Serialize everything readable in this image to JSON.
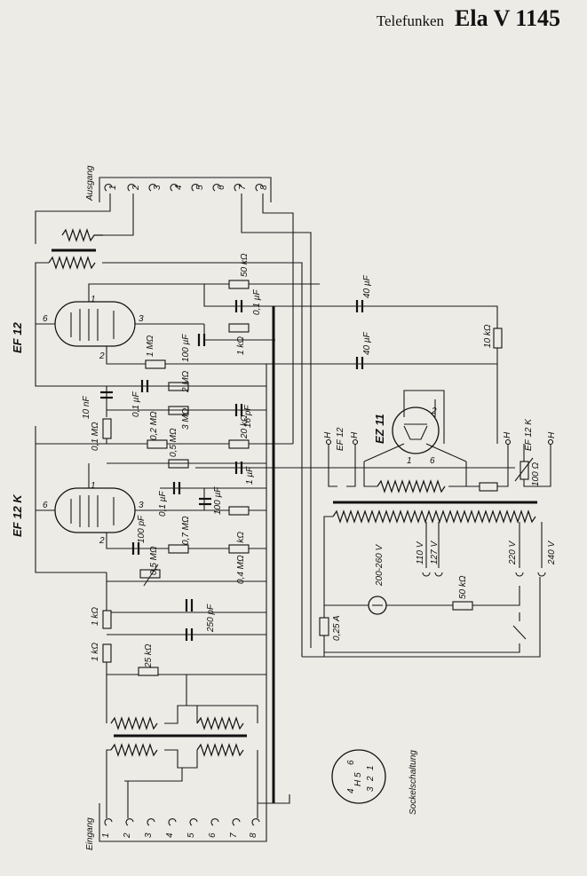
{
  "header": {
    "brand": "Telefunken",
    "model": "Ela V 1145"
  },
  "tubes": {
    "tube1": "EF 12",
    "tube2": "EF 12 K",
    "rectifier": "EZ 11"
  },
  "connectors": {
    "output_label": "Ausgang",
    "input_label": "Eingang",
    "pins": [
      "1",
      "2",
      "3",
      "4",
      "5",
      "6",
      "7",
      "8"
    ]
  },
  "components": {
    "r_50k": "50 kΩ",
    "c_40uf_a": "40 µF",
    "c_01uf_a": "0,1 µF",
    "r_1meg": "1 MΩ",
    "c_100uf": "100 µF",
    "r_1k_a": "1 kΩ",
    "c_40uf_b": "40 µF",
    "r_10k": "10 kΩ",
    "c_10nf": "10 nF",
    "c_01uf_b": "0,1 µF",
    "r_2meg": "2 MΩ",
    "r_01meg": "0,1 MΩ",
    "r_3meg": "3 MΩ",
    "c_16pf": "16 pF",
    "r_02meg": "0,2 MΩ",
    "r_20k": "20 kΩ",
    "r_05meg_a": "0,5 MΩ",
    "c_1uf": "1 µF",
    "c_01uf_c": "0,1 µF",
    "c_100_b": "100 µF",
    "r_3k": "3 kΩ",
    "c_100pf": "100 pF",
    "r_07meg": "0,7 MΩ",
    "r_04meg": "0,4 MΩ",
    "r_05meg_b": "0,5 MΩ",
    "c_250pf": "250 pF",
    "r_1k_b": "1 kΩ",
    "r_1k_c": "1 kΩ",
    "r_25k": "25 kΩ",
    "r_50k_b": "50 kΩ",
    "fuse": "0,25 A",
    "r_100": "100 Ω"
  },
  "mains": {
    "tap_200": "200-260 V",
    "tap_110": "110 V",
    "tap_127": "127 V",
    "tap_220": "220 V",
    "tap_240": "240 V"
  },
  "heater": {
    "h": "H",
    "ef12": "EF 12",
    "ef12k": "EF 12 K"
  },
  "pin_numbers": {
    "p1": "1",
    "p2": "2",
    "p3": "3",
    "p6": "6"
  },
  "socket": {
    "title": "Sockelschaltung",
    "n1": "1",
    "n2": "2",
    "n3": "3",
    "n4": "4",
    "n5": "5",
    "n6": "6",
    "nh": "H"
  }
}
